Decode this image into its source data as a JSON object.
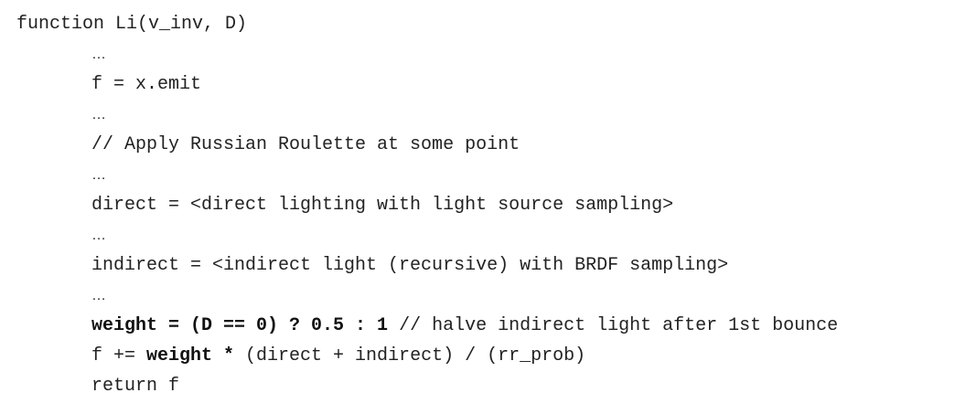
{
  "code": {
    "line01": "function Li(v_inv, D)",
    "line02": "…",
    "line03": "f = x.emit",
    "line04": "…",
    "line05": "// Apply Russian Roulette at some point",
    "line06": "…",
    "line07": "direct = <direct lighting with light source sampling>",
    "line08": "…",
    "line09": "indirect = <indirect light (recursive) with BRDF sampling>",
    "line10": "…",
    "line11": {
      "bold_part": "weight = (D == 0) ? 0.5 : 1",
      "comment": " // halve indirect light after 1st bounce"
    },
    "line12": {
      "prefix": "f += ",
      "bold_part": "weight *",
      "suffix": " (direct + indirect) / (rr_prob)"
    },
    "line13": "return f"
  }
}
